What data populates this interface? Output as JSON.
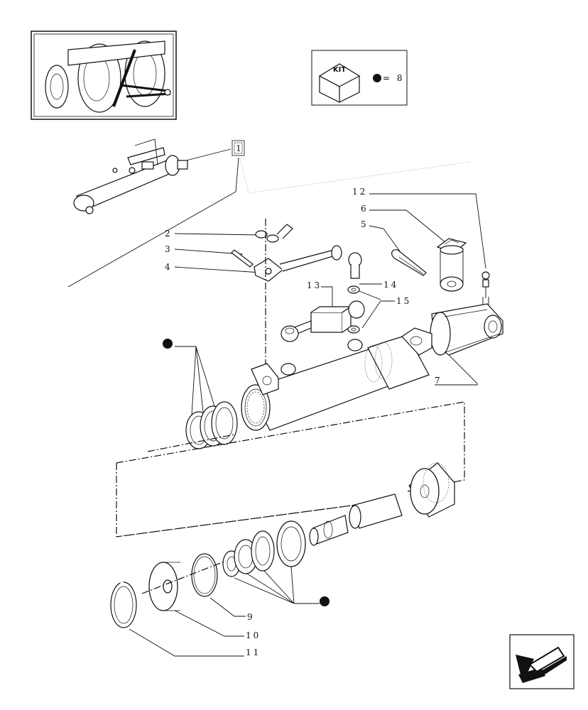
{
  "kit_box": {
    "kit_label": "KIT",
    "legend": "= 8"
  },
  "frame_label": "1",
  "labels": {
    "l2": "2",
    "l3": "3",
    "l4": "4",
    "l5": "5",
    "l6": "6",
    "l7": "7",
    "l9": "9",
    "l10": "10",
    "l11": "11",
    "l12": "12",
    "l13": "13",
    "l14": "14",
    "l15": "15"
  },
  "colors": {
    "line": "#111111",
    "background": "#ffffff"
  },
  "icons": [
    "tractor-thumbnail-icon",
    "kit-box-icon",
    "kit-dot-icon",
    "back-arrow-icon"
  ]
}
